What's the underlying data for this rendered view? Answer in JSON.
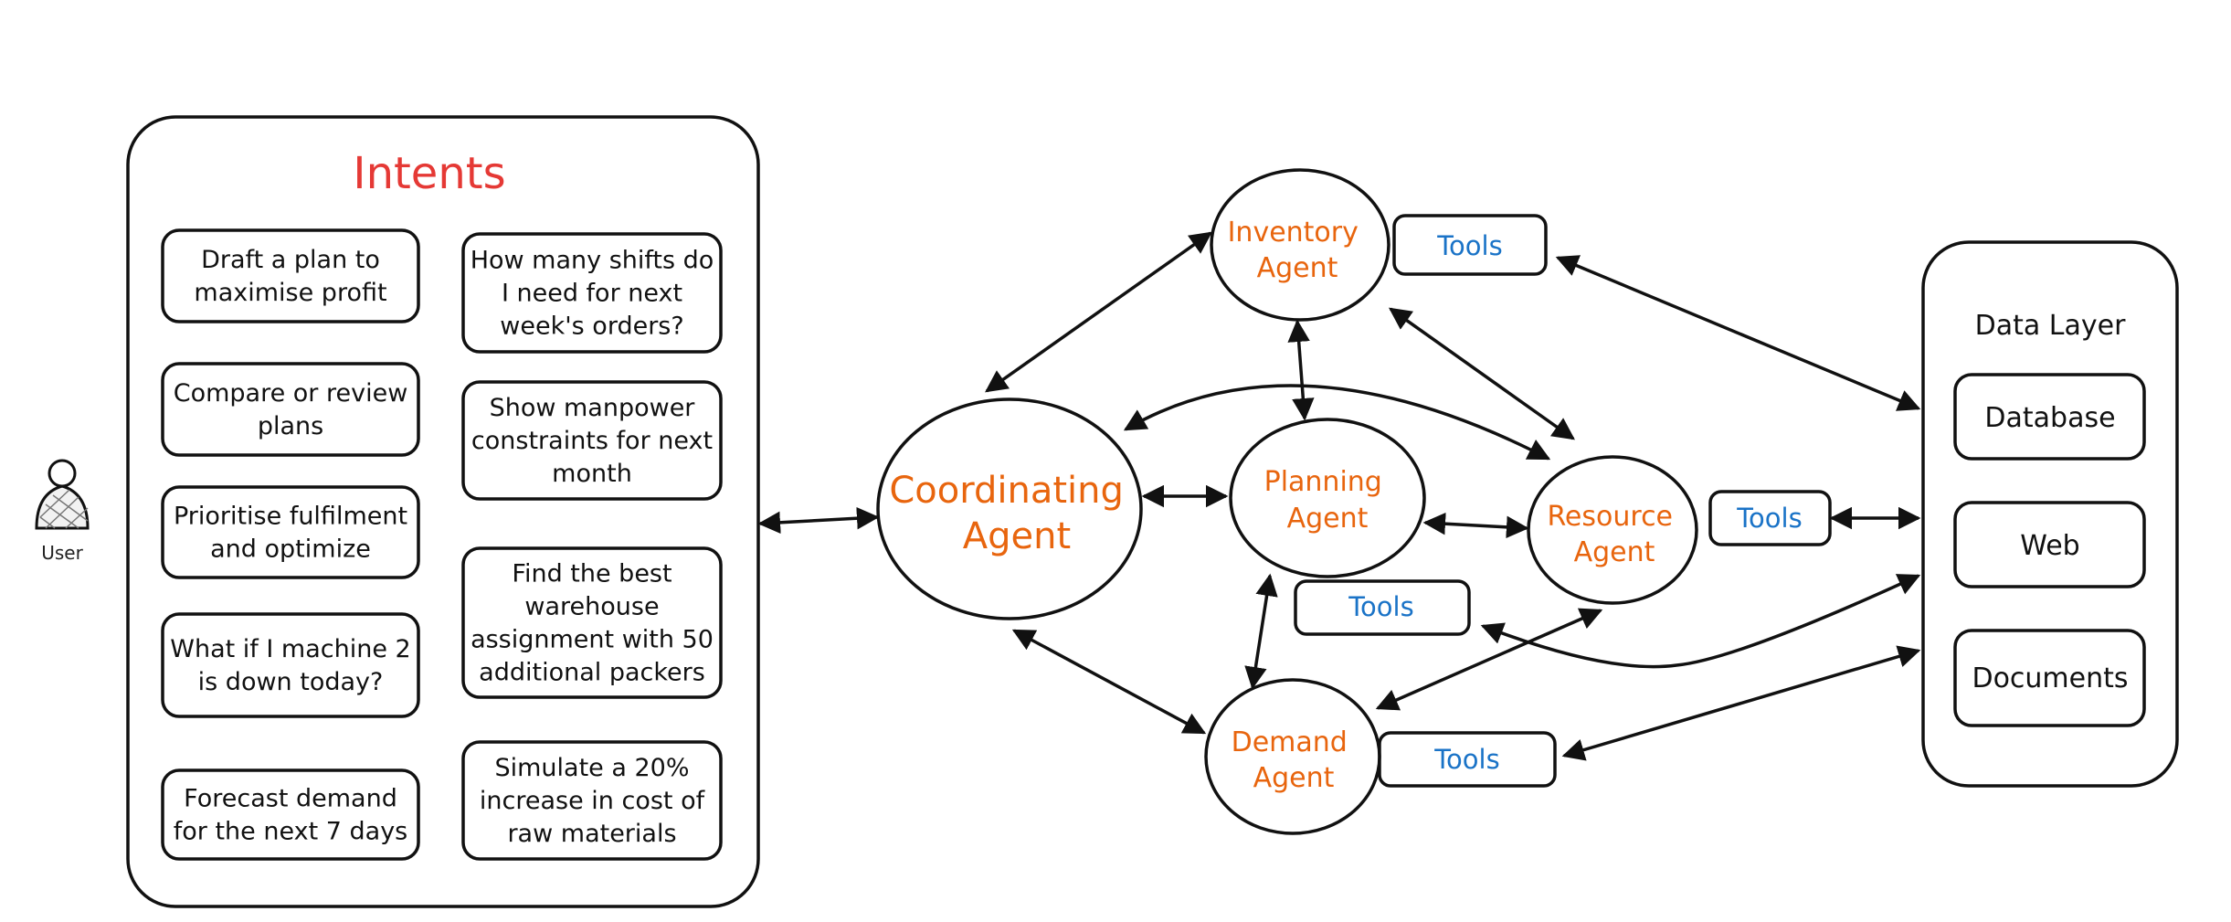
{
  "user": {
    "label": "User"
  },
  "intents": {
    "title": "Intents",
    "items": [
      {
        "lines": [
          "Draft a plan to",
          "maximise profit"
        ]
      },
      {
        "lines": [
          "How many shifts do",
          "I need for next",
          "week's orders?"
        ]
      },
      {
        "lines": [
          "Compare or review",
          "plans"
        ]
      },
      {
        "lines": [
          "Show manpower",
          "constraints for next",
          "month"
        ]
      },
      {
        "lines": [
          "Prioritise fulfilment",
          "and optimize"
        ]
      },
      {
        "lines": [
          "Find the best",
          "warehouse",
          "assignment with 50",
          "additional packers"
        ]
      },
      {
        "lines": [
          "What if I machine 2",
          "is down today?"
        ]
      },
      {
        "lines": [
          "Forecast demand",
          "for the next 7 days"
        ]
      },
      {
        "lines": [
          "Simulate a 20%",
          "increase in cost of",
          "raw materials"
        ]
      }
    ]
  },
  "agents": {
    "coordinating": {
      "lines": [
        "Coordinating",
        "Agent"
      ]
    },
    "inventory": {
      "lines": [
        "Inventory",
        "Agent"
      ]
    },
    "planning": {
      "lines": [
        "Planning",
        "Agent"
      ]
    },
    "resource": {
      "lines": [
        "Resource",
        "Agent"
      ]
    },
    "demand": {
      "lines": [
        "Demand",
        "Agent"
      ]
    }
  },
  "tools": {
    "inventory": "Tools",
    "resource": "Tools",
    "planning": "Tools",
    "demand": "Tools"
  },
  "data_layer": {
    "title": "Data Layer",
    "items": [
      "Database",
      "Web",
      "Documents"
    ]
  },
  "colors": {
    "intents_title": "#e53935",
    "agent_text": "#e8650e",
    "tools_text": "#1a73c7",
    "stroke": "#111111"
  }
}
